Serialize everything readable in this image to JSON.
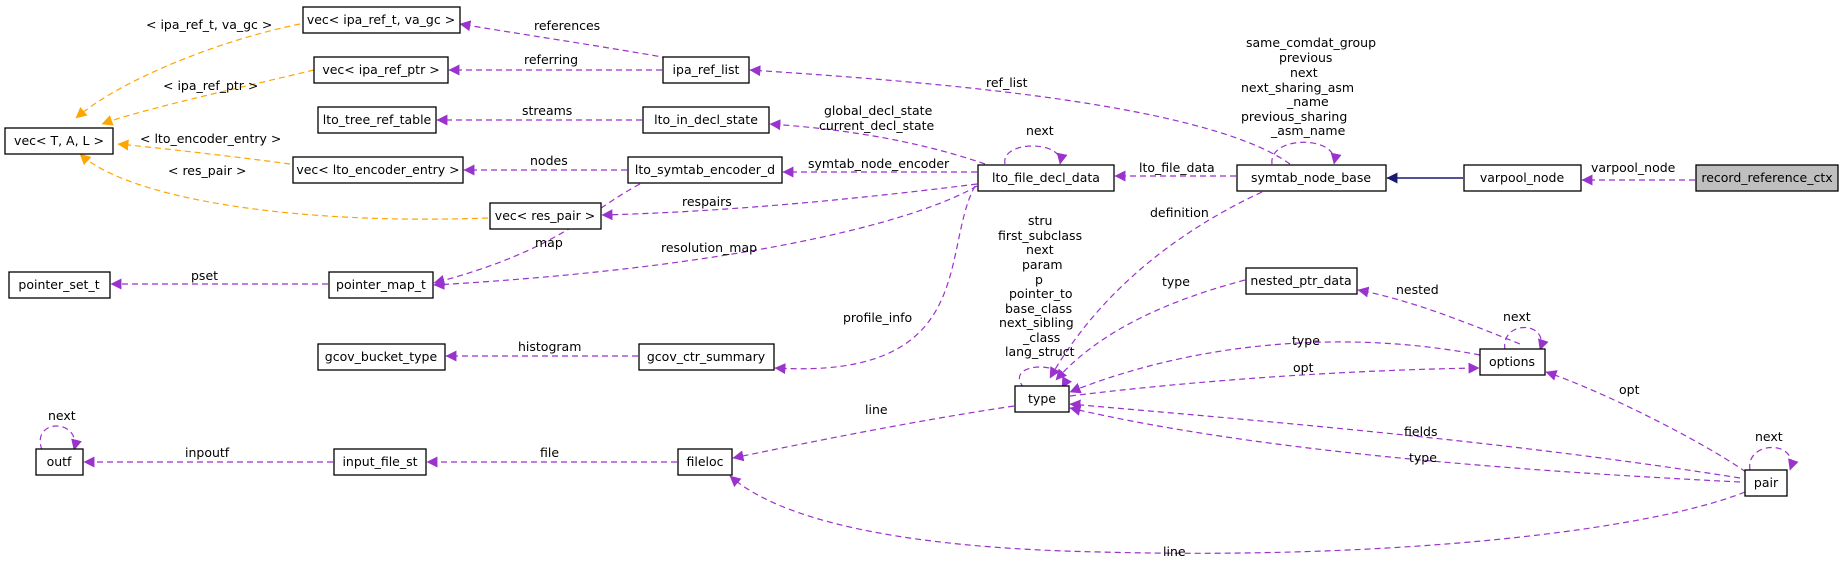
{
  "colors": {
    "association": "#9a32cd",
    "template": "#ffa500",
    "inheritance": "#191970",
    "selected_fill": "#bfbfbf"
  },
  "nodes": {
    "vec_tal": "vec< T, A, L >",
    "vec_ipa_ref_t": "vec< ipa_ref_t, va_gc >",
    "vec_ipa_ref_ptr": "vec< ipa_ref_ptr >",
    "lto_tree_ref_table": "lto_tree_ref_table",
    "vec_lto_encoder_entry": "vec< lto_encoder_entry >",
    "vec_res_pair": "vec< res_pair >",
    "ipa_ref_list": "ipa_ref_list",
    "lto_in_decl_state": "lto_in_decl_state",
    "lto_symtab_encoder_d": "lto_symtab_encoder_d",
    "lto_file_decl_data": "lto_file_decl_data",
    "symtab_node_base": "symtab_node_base",
    "varpool_node": "varpool_node",
    "record_reference_ctx": "record_reference_ctx",
    "pointer_set_t": "pointer_set_t",
    "pointer_map_t": "pointer_map_t",
    "gcov_bucket_type": "gcov_bucket_type",
    "gcov_ctr_summary": "gcov_ctr_summary",
    "nested_ptr_data": "nested_ptr_data",
    "options": "options",
    "type": "type",
    "outf": "outf",
    "input_file_st": "input_file_st",
    "fileloc": "fileloc",
    "pair": "pair"
  },
  "edge_labels": {
    "ipa_ref_t_va_gc": "< ipa_ref_t, va_gc >",
    "ipa_ref_ptr": "< ipa_ref_ptr >",
    "lto_encoder_entry": "< lto_encoder_entry >",
    "res_pair": "< res_pair >",
    "references": "references",
    "referring": "referring",
    "streams": "streams",
    "nodes": "nodes",
    "respairs": "respairs",
    "map": "map",
    "resolution_map": "resolution_map",
    "pset": "pset",
    "histogram": "histogram",
    "profile_info": "profile_info",
    "global_decl_state": "global_decl_state",
    "current_decl_state": "current_decl_state",
    "symtab_node_encoder": "symtab_node_encoder",
    "lfdd_next": "next",
    "ref_list": "ref_list",
    "lto_file_data": "lto_file_data",
    "varpool_node_edge": "varpool_node",
    "same_comdat_group": "same_comdat_group",
    "previous": "previous",
    "snb_next": "next",
    "next_sharing_asm": "next_sharing_asm",
    "name1": "_name",
    "previous_sharing": "previous_sharing",
    "asm_name": "_asm_name",
    "definition": "definition",
    "stru": "stru",
    "first_subclass": "first_subclass",
    "type_next": "next",
    "param": "param",
    "p": "p",
    "pointer_to": "pointer_to",
    "base_class": "base_class",
    "next_sibling": "next_sibling",
    "class": "_class",
    "lang_struct": "lang_struct",
    "npd_type": "type",
    "nested": "nested",
    "options_next": "next",
    "options_type": "type",
    "opt_options": "opt",
    "opt_pair": "opt",
    "line_type": "line",
    "fields": "fields",
    "pair_type": "type",
    "pair_next": "next",
    "outf_next": "next",
    "inpoutf": "inpoutf",
    "file": "file",
    "line_pair": "line"
  }
}
